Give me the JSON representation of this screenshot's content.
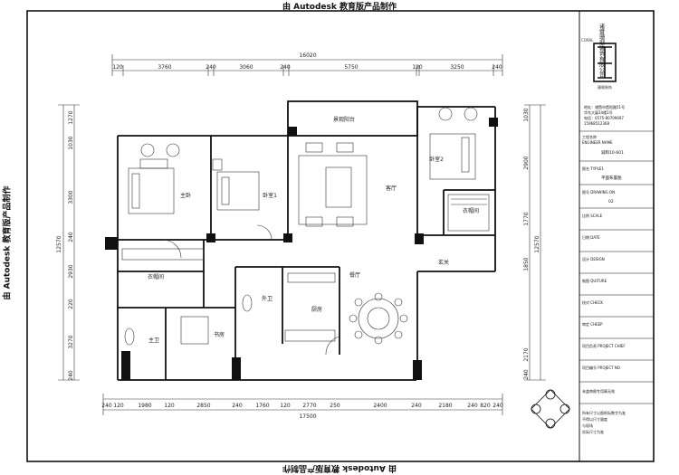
{
  "watermark": "由 Autodesk 教育版产品制作",
  "title_block": {
    "company_vertical": "诸暨珊瑚装饰有限公司",
    "logo_sub": "CORAL",
    "logo_caption": "珊瑚装饰",
    "address": [
      "地址：诸暨市暨阳路51号",
      "华东大厦24楼1号",
      "电话：0575-80709697",
      "15968512368"
    ],
    "project_label_cn": "工程名称",
    "project_label_en": "ENGINEER NAME",
    "project_value": "诚和10-601",
    "drawing_label": "图名 TYPLE1",
    "drawing_value": "平面布置图",
    "number_label": "图号 DRAWING ON",
    "number_value": "02",
    "rows": [
      "比例 SCALE",
      "日期 DATE",
      "设计 DESIGN",
      "制图 QUITURE",
      "校对 CHECK",
      "审定 CHEEP",
      "项目负责 PROJECT CHIEF",
      "项目编号 PROJECT NO"
    ],
    "note1": "未盖审图专用章无效",
    "note2": [
      "所有尺寸以图纸标数字为准",
      "不得以尺寸量度",
      "与现场",
      "实际尺寸为准"
    ]
  },
  "dimensions": {
    "top_total": "16020",
    "top_parts": [
      "120",
      "3760",
      "240",
      "3060",
      "240",
      "5750",
      "120",
      "3250",
      "240"
    ],
    "bottom_total": "17500",
    "bottom_parts": [
      "240",
      "120",
      "1980",
      "120",
      "2850",
      "240",
      "1760",
      "120",
      "2770",
      "250",
      "2400",
      "240",
      "2180",
      "240",
      "820",
      "240"
    ],
    "left_total": "12570",
    "left_parts": [
      "1270",
      "1030",
      "3300",
      "240",
      "2930",
      "220",
      "3270",
      "240"
    ],
    "right_total": "12570",
    "right_parts": [
      "1030",
      "2900",
      "1770",
      "1850",
      "2170",
      "240"
    ]
  },
  "rooms": {
    "balcony": "景观阳台",
    "master": "主卧",
    "bed1": "卧室1",
    "living": "客厅",
    "bed2": "卧室2",
    "closet": "衣帽间",
    "cloak": "衣帽间",
    "dining": "餐厅",
    "entry": "玄关",
    "bath1": "主卫",
    "study": "书房",
    "bath2": "外卫",
    "kitchen": "厨房"
  }
}
